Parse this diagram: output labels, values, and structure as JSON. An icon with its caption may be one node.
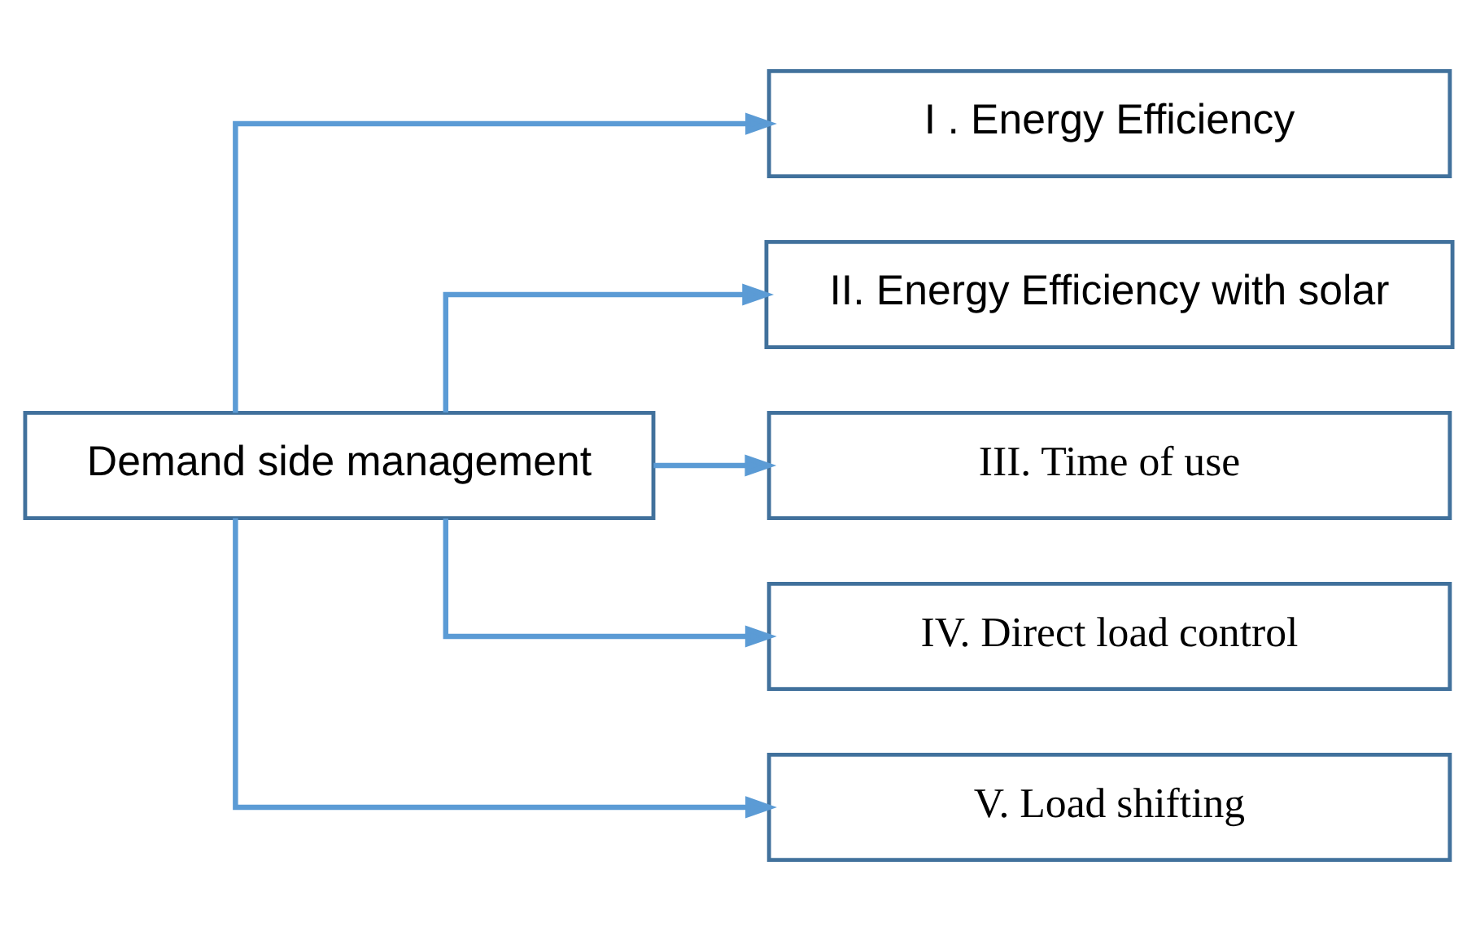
{
  "diagram": {
    "nodes": [
      {
        "text": [
          "Demand side management"
        ]
      },
      {
        "text": [
          "I . Energy Efficiency"
        ]
      },
      {
        "text": [
          "II. Energy Efficiency with solar"
        ]
      },
      {
        "text": [
          "III. Time of use"
        ]
      },
      {
        "text": [
          "IV. Direct load control"
        ]
      },
      {
        "text": [
          "V. Load shifting"
        ]
      }
    ],
    "edges": [
      {
        "from": 0,
        "to": 1,
        "arrow": "to"
      },
      {
        "from": 0,
        "to": 2,
        "arrow": "to"
      },
      {
        "from": 0,
        "to": 3,
        "arrow": "to"
      },
      {
        "from": 0,
        "to": 4,
        "arrow": "to"
      },
      {
        "from": 0,
        "to": 5,
        "arrow": "to"
      }
    ]
  }
}
